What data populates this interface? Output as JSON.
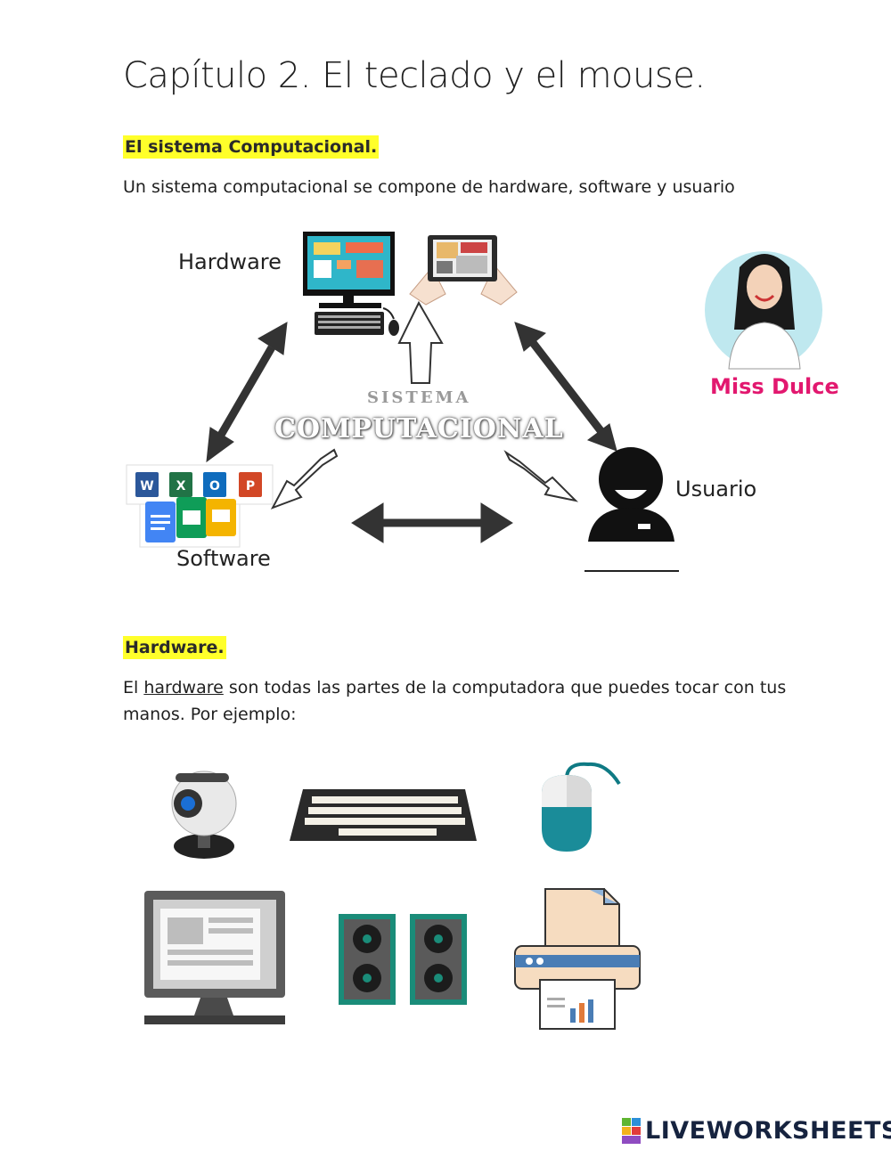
{
  "title": "Capítulo 2. El teclado y el mouse.",
  "section1": {
    "heading": "El sistema Computacional.",
    "text": "Un sistema computacional se compone de hardware, software y usuario"
  },
  "diagram": {
    "hardware_label": "Hardware",
    "software_label": "Software",
    "usuario_label": "Usuario",
    "center_top": "SISTEMA",
    "center_bottom": "COMPUTACIONAL",
    "brand_badge": "Miss Dulce",
    "app_icons": [
      "W",
      "X",
      "O",
      "P"
    ]
  },
  "section2": {
    "heading": "Hardware.",
    "text_pre": "El ",
    "text_link": "hardware",
    "text_post": " son todas las partes de la computadora que puedes tocar con tus",
    "text_line2": "manos. Por ejemplo:"
  },
  "hardware_items": [
    "webcam-icon",
    "keyboard-icon",
    "mouse-icon",
    "monitor-icon",
    "speakers-icon",
    "printer-icon"
  ],
  "colors": {
    "highlight": "#ffff2a",
    "teal": "#1a8c99",
    "brand_pink": "#e2186f"
  },
  "footer": {
    "brand": "LIVEWORKSHEETS"
  }
}
